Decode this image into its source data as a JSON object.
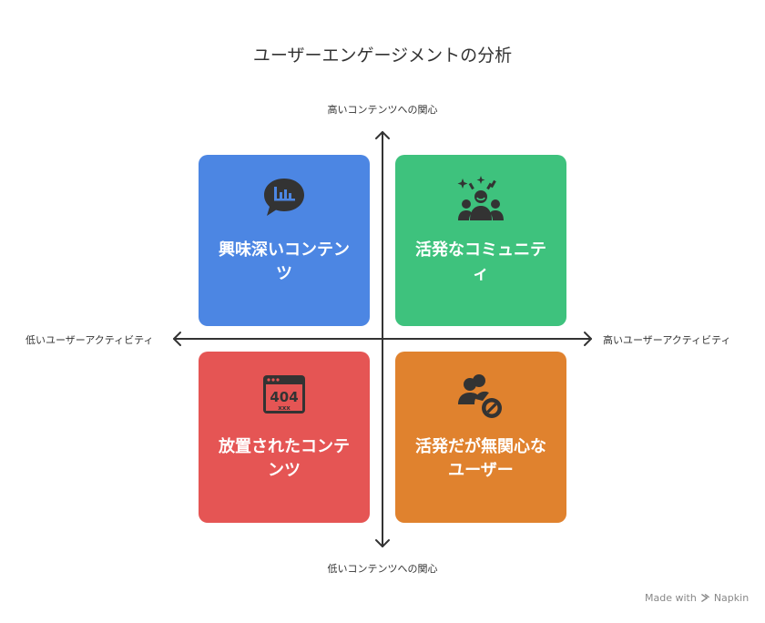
{
  "title": "ユーザーエンゲージメントの分析",
  "axes": {
    "top": "高いコンテンツへの関心",
    "bottom": "低いコンテンツへの関心",
    "left": "低いユーザーアクティビティ",
    "right": "高いユーザーアクティビティ"
  },
  "quadrants": {
    "top_left": {
      "label": "興味深いコンテンツ",
      "color": "#4C86E3",
      "icon": "chat-bar-chart-icon"
    },
    "top_right": {
      "label": "活発なコミュニティ",
      "color": "#3EC27D",
      "icon": "community-sparkle-icon"
    },
    "bottom_left": {
      "label": "放置されたコンテンツ",
      "color": "#E55554",
      "icon": "error-404-icon"
    },
    "bottom_right": {
      "label": "活発だが無関心なユーザー",
      "color": "#E0822E",
      "icon": "users-blocked-icon"
    }
  },
  "footer": {
    "made_with": "Made with",
    "brand": "Napkin"
  }
}
